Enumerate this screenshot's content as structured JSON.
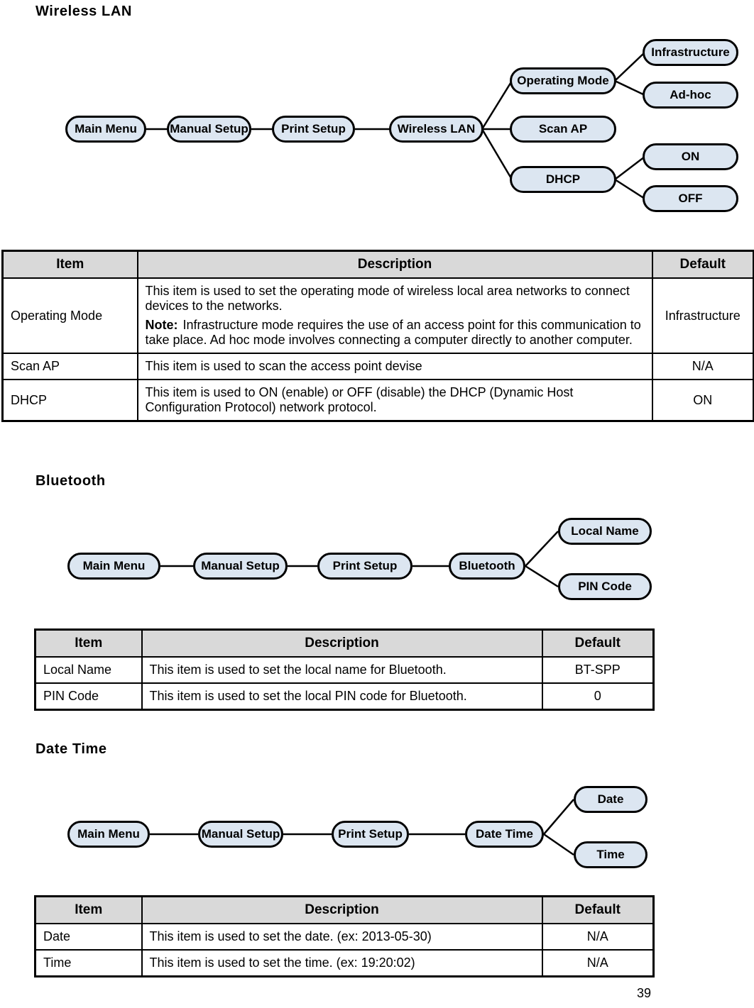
{
  "colors": {
    "pill_fill": "#dce6f1",
    "pill_border": "#000000",
    "table_header_bg": "#d9d9d9"
  },
  "page_number": "39",
  "wireless": {
    "heading": "Wireless LAN",
    "nodes": [
      "Main Menu",
      "Manual Setup",
      "Print Setup",
      "Wireless LAN",
      "Operating Mode",
      "Scan AP",
      "DHCP",
      "Infrastructure",
      "Ad-hoc",
      "ON",
      "OFF"
    ],
    "table": {
      "headers": [
        "Item",
        "Description",
        "Default"
      ],
      "rows": [
        {
          "item": "Operating Mode",
          "desc": "This item is used to set the operating mode of wireless local area networks to connect devices to the networks.",
          "note_label": "Note:",
          "note": "Infrastructure mode requires the use of an access point for this communication to take place. Ad hoc mode involves connecting a computer directly to another computer.",
          "default": "Infrastructure"
        },
        {
          "item": "Scan AP",
          "desc": "This item is used to scan the access point devise",
          "default": "N/A"
        },
        {
          "item": "DHCP",
          "desc": "This item is used to ON (enable) or OFF (disable) the DHCP (Dynamic Host Configuration Protocol) network protocol.",
          "default": "ON"
        }
      ]
    }
  },
  "bluetooth": {
    "heading": "Bluetooth",
    "nodes": [
      "Main Menu",
      "Manual Setup",
      "Print Setup",
      "Bluetooth",
      "Local Name",
      "PIN Code"
    ],
    "table": {
      "headers": [
        "Item",
        "Description",
        "Default"
      ],
      "rows": [
        {
          "item": "Local Name",
          "desc": "This item is used to set the local name for Bluetooth.",
          "default": "BT-SPP"
        },
        {
          "item": "PIN Code",
          "desc": "This item is used to set the local PIN code for Bluetooth.",
          "default": "0"
        }
      ]
    }
  },
  "datetime": {
    "heading": "Date Time",
    "nodes": [
      "Main Menu",
      "Manual Setup",
      "Print Setup",
      "Date Time",
      "Date",
      "Time"
    ],
    "table": {
      "headers": [
        "Item",
        "Description",
        "Default"
      ],
      "rows": [
        {
          "item": "Date",
          "desc": "This item is used to set the date. (ex: 2013-05-30)",
          "default": "N/A"
        },
        {
          "item": "Time",
          "desc": "This item is used to set the time. (ex: 19:20:02)",
          "default": "N/A"
        }
      ]
    }
  }
}
